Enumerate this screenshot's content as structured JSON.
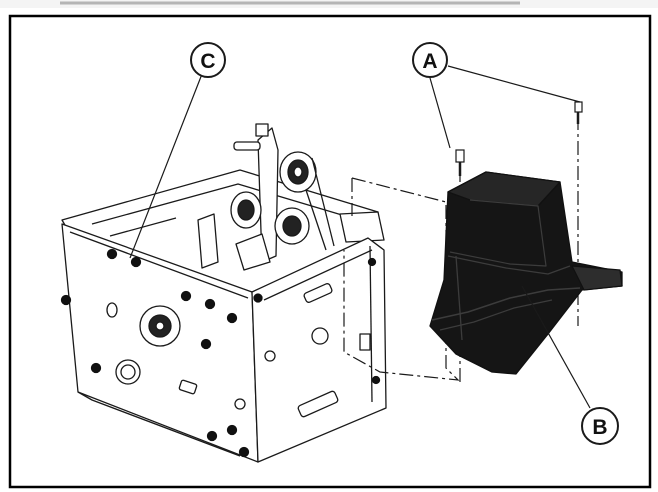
{
  "diagram": {
    "callouts": [
      {
        "id": "a",
        "label": "A"
      },
      {
        "id": "b",
        "label": "B"
      },
      {
        "id": "c",
        "label": "C"
      }
    ]
  },
  "colors": {
    "line": "#1a1a1a",
    "cover_fill": "#151515",
    "cover_highlight": "#3c3c3c",
    "frame": "#000000"
  }
}
